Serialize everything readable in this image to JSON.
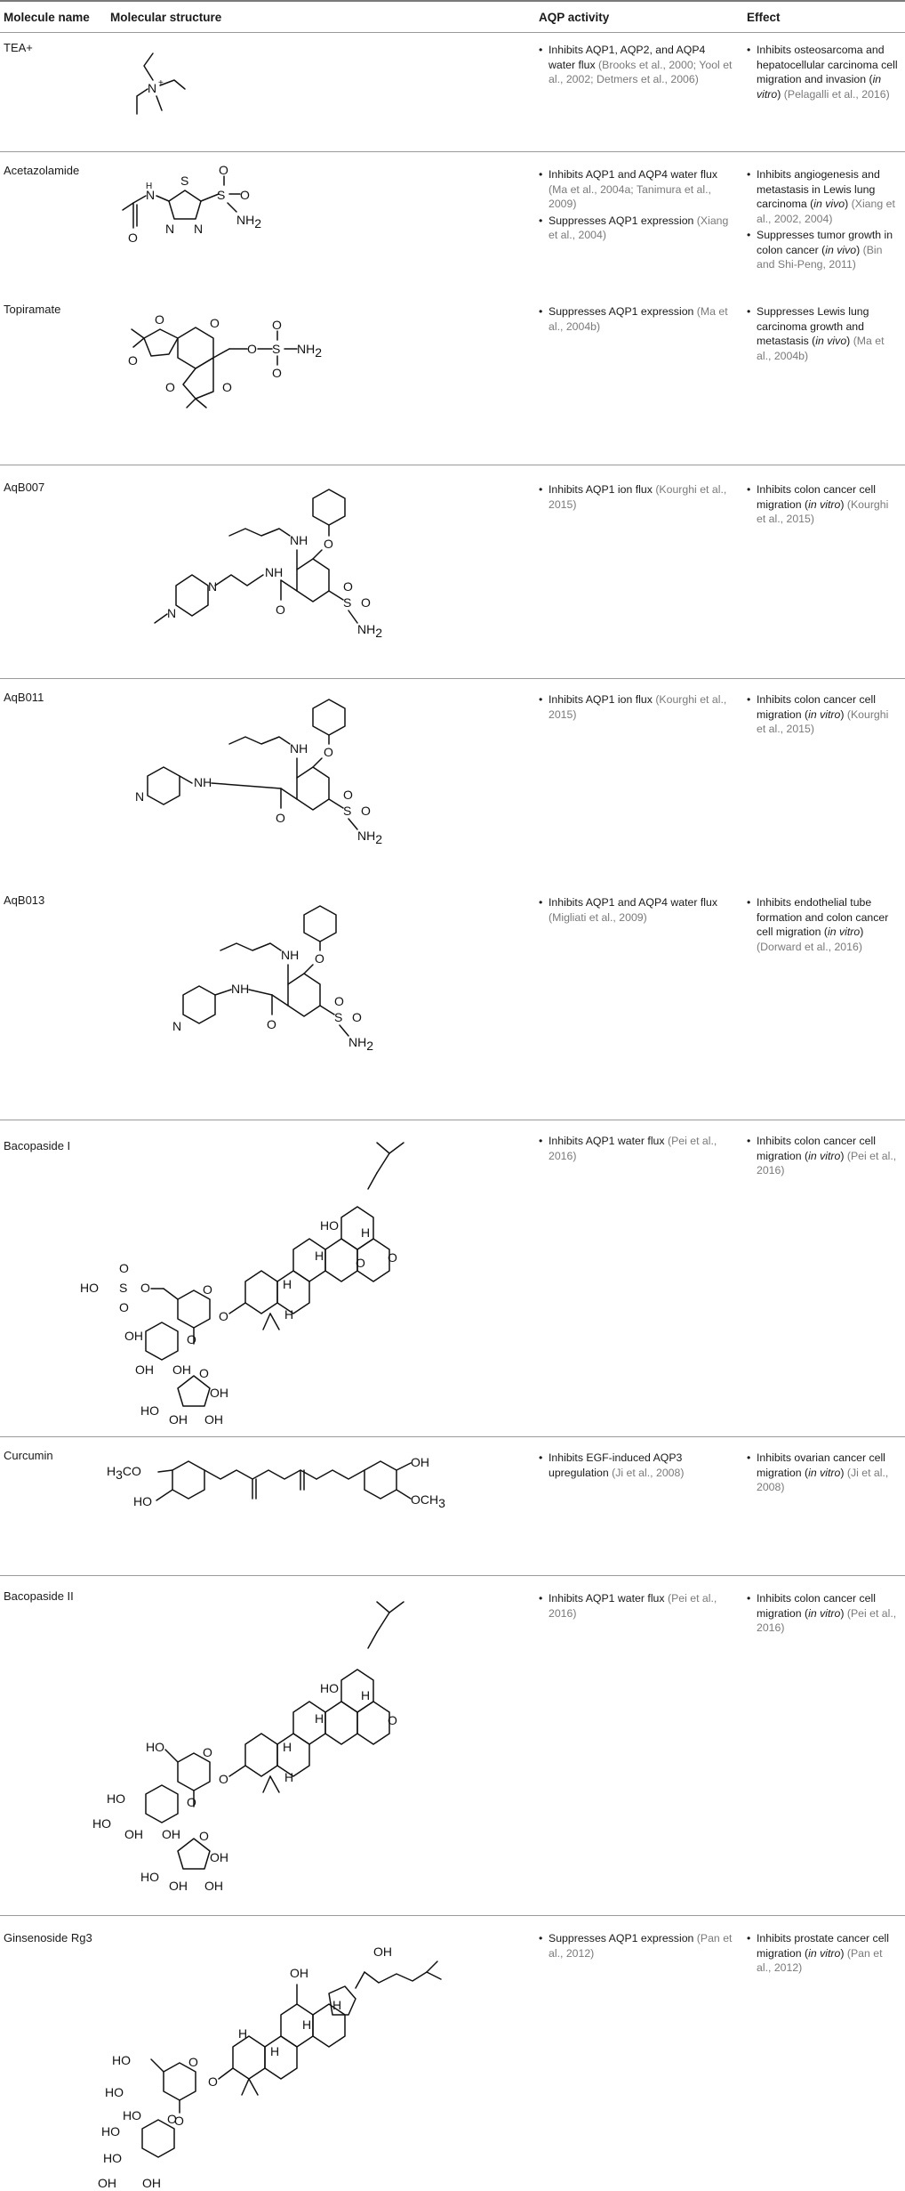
{
  "headers": {
    "name": "Molecule name",
    "structure": "Molecular structure",
    "activity": "AQP activity",
    "effect": "Effect"
  },
  "rows": [
    {
      "name": "TEA+",
      "atoms": {
        "n": "N",
        "charge": "+"
      },
      "activity": [
        {
          "text": "Inhibits AQP1, AQP2, and AQP4 water flux",
          "cite": "(Brooks et al., 2000; Yool et al., 2002; Detmers et al., 2006)"
        }
      ],
      "effect": [
        {
          "pre": "Inhibits osteosarcoma and hepatocellular carcinoma cell migration and invasion (",
          "ital": "in vitro",
          "post": ")",
          "cite": "(Pelagalli et al., 2016)"
        }
      ]
    },
    {
      "name": "Acetazolamide",
      "atoms": {
        "h": "H",
        "n1": "N",
        "n2": "N",
        "n3": "N",
        "s1": "S",
        "s2": "S",
        "o1": "O",
        "o2": "O",
        "o3": "O",
        "nh2": "NH",
        "sub2": "2"
      },
      "activity": [
        {
          "text": "Inhibits AQP1 and AQP4 water flux",
          "cite": "(Ma et al., 2004a; Tanimura et al., 2009)"
        },
        {
          "text": "Suppresses AQP1 expression",
          "cite": "(Xiang et al., 2004)"
        }
      ],
      "effect": [
        {
          "pre": "Inhibits angiogenesis and metastasis in Lewis lung carcinoma (",
          "ital": "in vivo",
          "post": ")",
          "cite": "(Xiang et al., 2002, 2004)"
        },
        {
          "pre": "Suppresses tumor growth in colon cancer (",
          "ital": "in vivo",
          "post": ")",
          "cite": "(Bin and Shi-Peng, 2011)"
        }
      ]
    },
    {
      "name": "Topiramate",
      "atoms": {
        "o": "O",
        "s": "S",
        "nh2": "NH",
        "sub2": "2"
      },
      "activity": [
        {
          "text": "Suppresses AQP1 expression",
          "cite": "(Ma et al., 2004b)"
        }
      ],
      "effect": [
        {
          "pre": "Suppresses Lewis lung carcinoma growth and metastasis (",
          "ital": "in vivo",
          "post": ")",
          "cite": "(Ma et al., 2004b)"
        }
      ]
    },
    {
      "name": "AqB007",
      "atoms": {
        "nh": "NH",
        "h": "H",
        "n": "N",
        "o": "O",
        "s": "S",
        "nh2": "NH",
        "sub2": "2"
      },
      "activity": [
        {
          "text": "Inhibits AQP1 ion flux",
          "cite": "(Kourghi et al., 2015)"
        }
      ],
      "effect": [
        {
          "pre": "Inhibits colon cancer cell migration (",
          "ital": "in vitro",
          "post": ")",
          "cite": "(Kourghi et al., 2015)"
        }
      ]
    },
    {
      "name": "AqB011",
      "atoms": {
        "nh": "NH",
        "h": "H",
        "n": "N",
        "o": "O",
        "s": "S",
        "nh2": "NH",
        "sub2": "2"
      },
      "activity": [
        {
          "text": "Inhibits AQP1 ion flux",
          "cite": "(Kourghi et al., 2015)"
        }
      ],
      "effect": [
        {
          "pre": "Inhibits colon cancer cell migration (",
          "ital": "in vitro",
          "post": ")",
          "cite": "(Kourghi et al., 2015)"
        }
      ]
    },
    {
      "name": "AqB013",
      "atoms": {
        "nh": "NH",
        "h": "H",
        "n": "N",
        "o": "O",
        "s": "S",
        "nh2": "NH",
        "sub2": "2"
      },
      "activity": [
        {
          "text": "Inhibits AQP1 and AQP4 water flux",
          "cite": "(Migliati et al., 2009)"
        }
      ],
      "effect": [
        {
          "pre": "Inhibits endothelial tube formation and colon cancer cell migration (",
          "ital": "in vitro",
          "post": ")",
          "cite": "(Dorward et al., 2016)"
        }
      ]
    },
    {
      "name": "Bacopaside I",
      "atoms": {
        "ho": "HO",
        "oh": "OH",
        "o": "O",
        "s": "S",
        "h": "H"
      },
      "activity": [
        {
          "text": "Inhibits AQP1 water flux",
          "cite": "(Pei et al., 2016)"
        }
      ],
      "effect": [
        {
          "pre": "Inhibits colon cancer cell migration (",
          "ital": "in vitro",
          "post": ")",
          "cite": "(Pei et al., 2016)"
        }
      ]
    },
    {
      "name": "Curcumin",
      "atoms": {
        "h3co": "H",
        "h3co_sub": "3",
        "h3co_rest": "CO",
        "ho": "HO",
        "oh": "OH",
        "och3": "OCH",
        "och3_sub": "3"
      },
      "activity": [
        {
          "text": "Inhibits EGF-induced AQP3 upregulation",
          "cite": "(Ji et al., 2008)"
        }
      ],
      "effect": [
        {
          "pre": "Inhibits ovarian cancer cell migration (",
          "ital": "in vitro",
          "post": ")",
          "cite": "(Ji et al., 2008)"
        }
      ]
    },
    {
      "name": "Bacopaside II",
      "atoms": {
        "ho": "HO",
        "oh": "OH",
        "o": "O",
        "h": "H"
      },
      "activity": [
        {
          "text": "Inhibits AQP1 water flux",
          "cite": "(Pei et al., 2016)"
        }
      ],
      "effect": [
        {
          "pre": "Inhibits colon cancer cell migration (",
          "ital": "in vitro",
          "post": ")",
          "cite": "(Pei et al., 2016)"
        }
      ]
    },
    {
      "name": "Ginsenoside Rg3",
      "atoms": {
        "ho": "HO",
        "oh": "OH",
        "o": "O",
        "h": "H"
      },
      "activity": [
        {
          "text": "Suppresses AQP1 expression",
          "cite": "(Pan et al., 2012)"
        }
      ],
      "effect": [
        {
          "pre": "Inhibits prostate cancer cell migration (",
          "ital": "in vitro",
          "post": ")",
          "cite": "(Pan et al., 2012)"
        }
      ]
    }
  ]
}
